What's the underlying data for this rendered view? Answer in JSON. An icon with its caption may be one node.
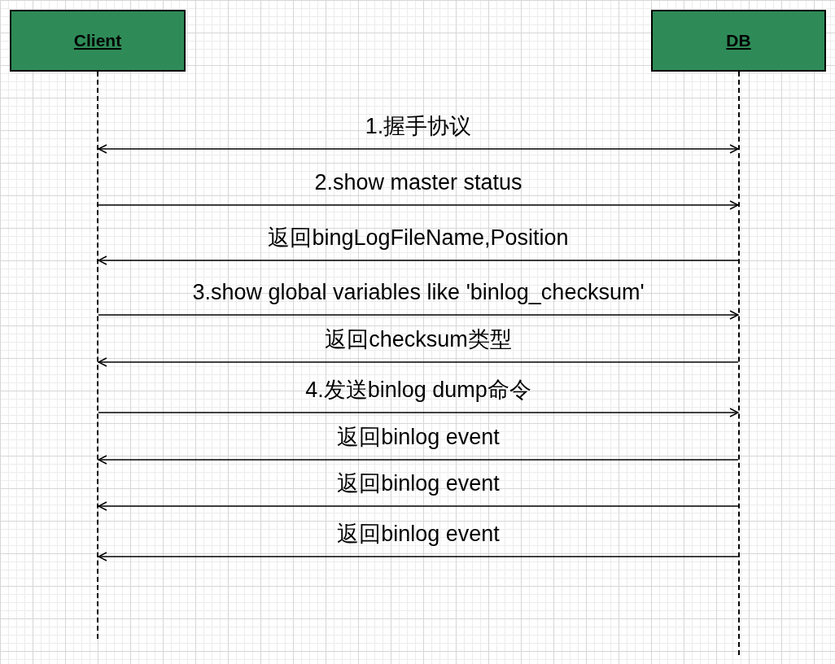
{
  "diagram": {
    "nodes": [
      {
        "text": [
          "Client"
        ]
      },
      {
        "text": [
          "DB"
        ]
      },
      {
        "text": [],
        "shape": "line"
      },
      {
        "text": [],
        "shape": "line"
      }
    ],
    "edges": [
      {
        "from": 2,
        "to": 3,
        "arrow": "both",
        "label": "1.握手协议"
      },
      {
        "from": 2,
        "to": 3,
        "arrow": "to",
        "label": "2.show master status"
      },
      {
        "from": 3,
        "to": 2,
        "arrow": "to",
        "label": "返回bingLogFileName,Position"
      },
      {
        "from": 2,
        "to": 3,
        "arrow": "to",
        "label": "3.show global variables like 'binlog_checksum'"
      },
      {
        "from": 3,
        "to": 2,
        "arrow": "to",
        "label": "返回checksum类型"
      },
      {
        "from": 2,
        "to": 3,
        "arrow": "to",
        "label": "4.发送binlog dump命令"
      },
      {
        "from": 3,
        "to": 2,
        "arrow": "to",
        "label": "返回binlog event"
      },
      {
        "from": 3,
        "to": 2,
        "arrow": "to",
        "label": "返回binlog event"
      },
      {
        "from": 3,
        "to": 2,
        "arrow": "to",
        "label": "返回binlog event"
      }
    ]
  }
}
